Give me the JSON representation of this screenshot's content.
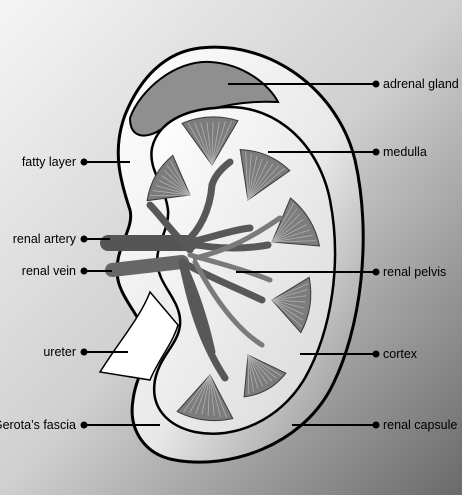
{
  "colors": {
    "background_light": "#f2f2f2",
    "background_dark": "#6e6e6e",
    "kidney_fill": "#ffffff",
    "kidney_outline": "#000000",
    "pyramid": "#7a7a7a",
    "vessels": "#5a5a5a",
    "adrenal": "#909090"
  },
  "labels": {
    "adrenal_gland": "adrenal gland",
    "medulla": "medulla",
    "fatty_layer": "fatty layer",
    "renal_artery": "renal artery",
    "renal_vein": "renal vein",
    "renal_pelvis": "renal pelvis",
    "ureter": "ureter",
    "cortex": "cortex",
    "gerotas_fascia": "Gerota’s fascia",
    "renal_capsule": "renal capsule"
  }
}
